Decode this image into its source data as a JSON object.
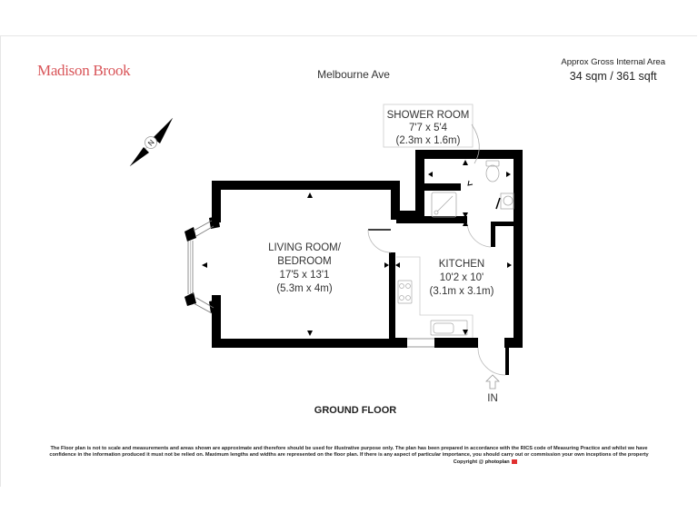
{
  "header": {
    "brand": "Madison Brook",
    "address": "Melbourne Ave",
    "area_label": "Approx Gross Internal Area",
    "area_value": "34 sqm / 361 sqft"
  },
  "compass": {
    "icon": "north-arrow-icon",
    "label": "N"
  },
  "rooms": [
    {
      "name_line1": "LIVING ROOM/",
      "name_line2": "BEDROOM",
      "imperial": "17'5 x 13'1",
      "metric": "(5.3m x 4m)"
    },
    {
      "name_line1": "KITCHEN",
      "imperial": "10'2 x 10'",
      "metric": "(3.1m x 3.1m)"
    },
    {
      "name_line1": "SHOWER ROOM",
      "imperial": "7'7 x 5'4",
      "metric": "(2.3m x 1.6m)"
    }
  ],
  "entrance": {
    "icon": "entrance-arrow-icon",
    "label": "IN"
  },
  "floor_label": "GROUND FLOOR",
  "footer": {
    "line1": "The Floor plan is not to scale and measurements and areas shown are approximate and therefore should be used for illustrative purpose only. The plan has been prepared in accordance with the RICS code of Measuring Practice and whilst we have",
    "line2": "confidence in the information produced it must not be relied on. Maximum  lengths and widths are represented on the floor plan. If there is any aspect of particular importance, you should carry out or commission your own inceptions of the property",
    "copyright": "Copyright @",
    "copyright_brand": "photoplan"
  },
  "colors": {
    "brand": "#d9565a",
    "wall": "#000000",
    "fixture": "#bbbbbb",
    "frame": "#e6e6e6"
  }
}
